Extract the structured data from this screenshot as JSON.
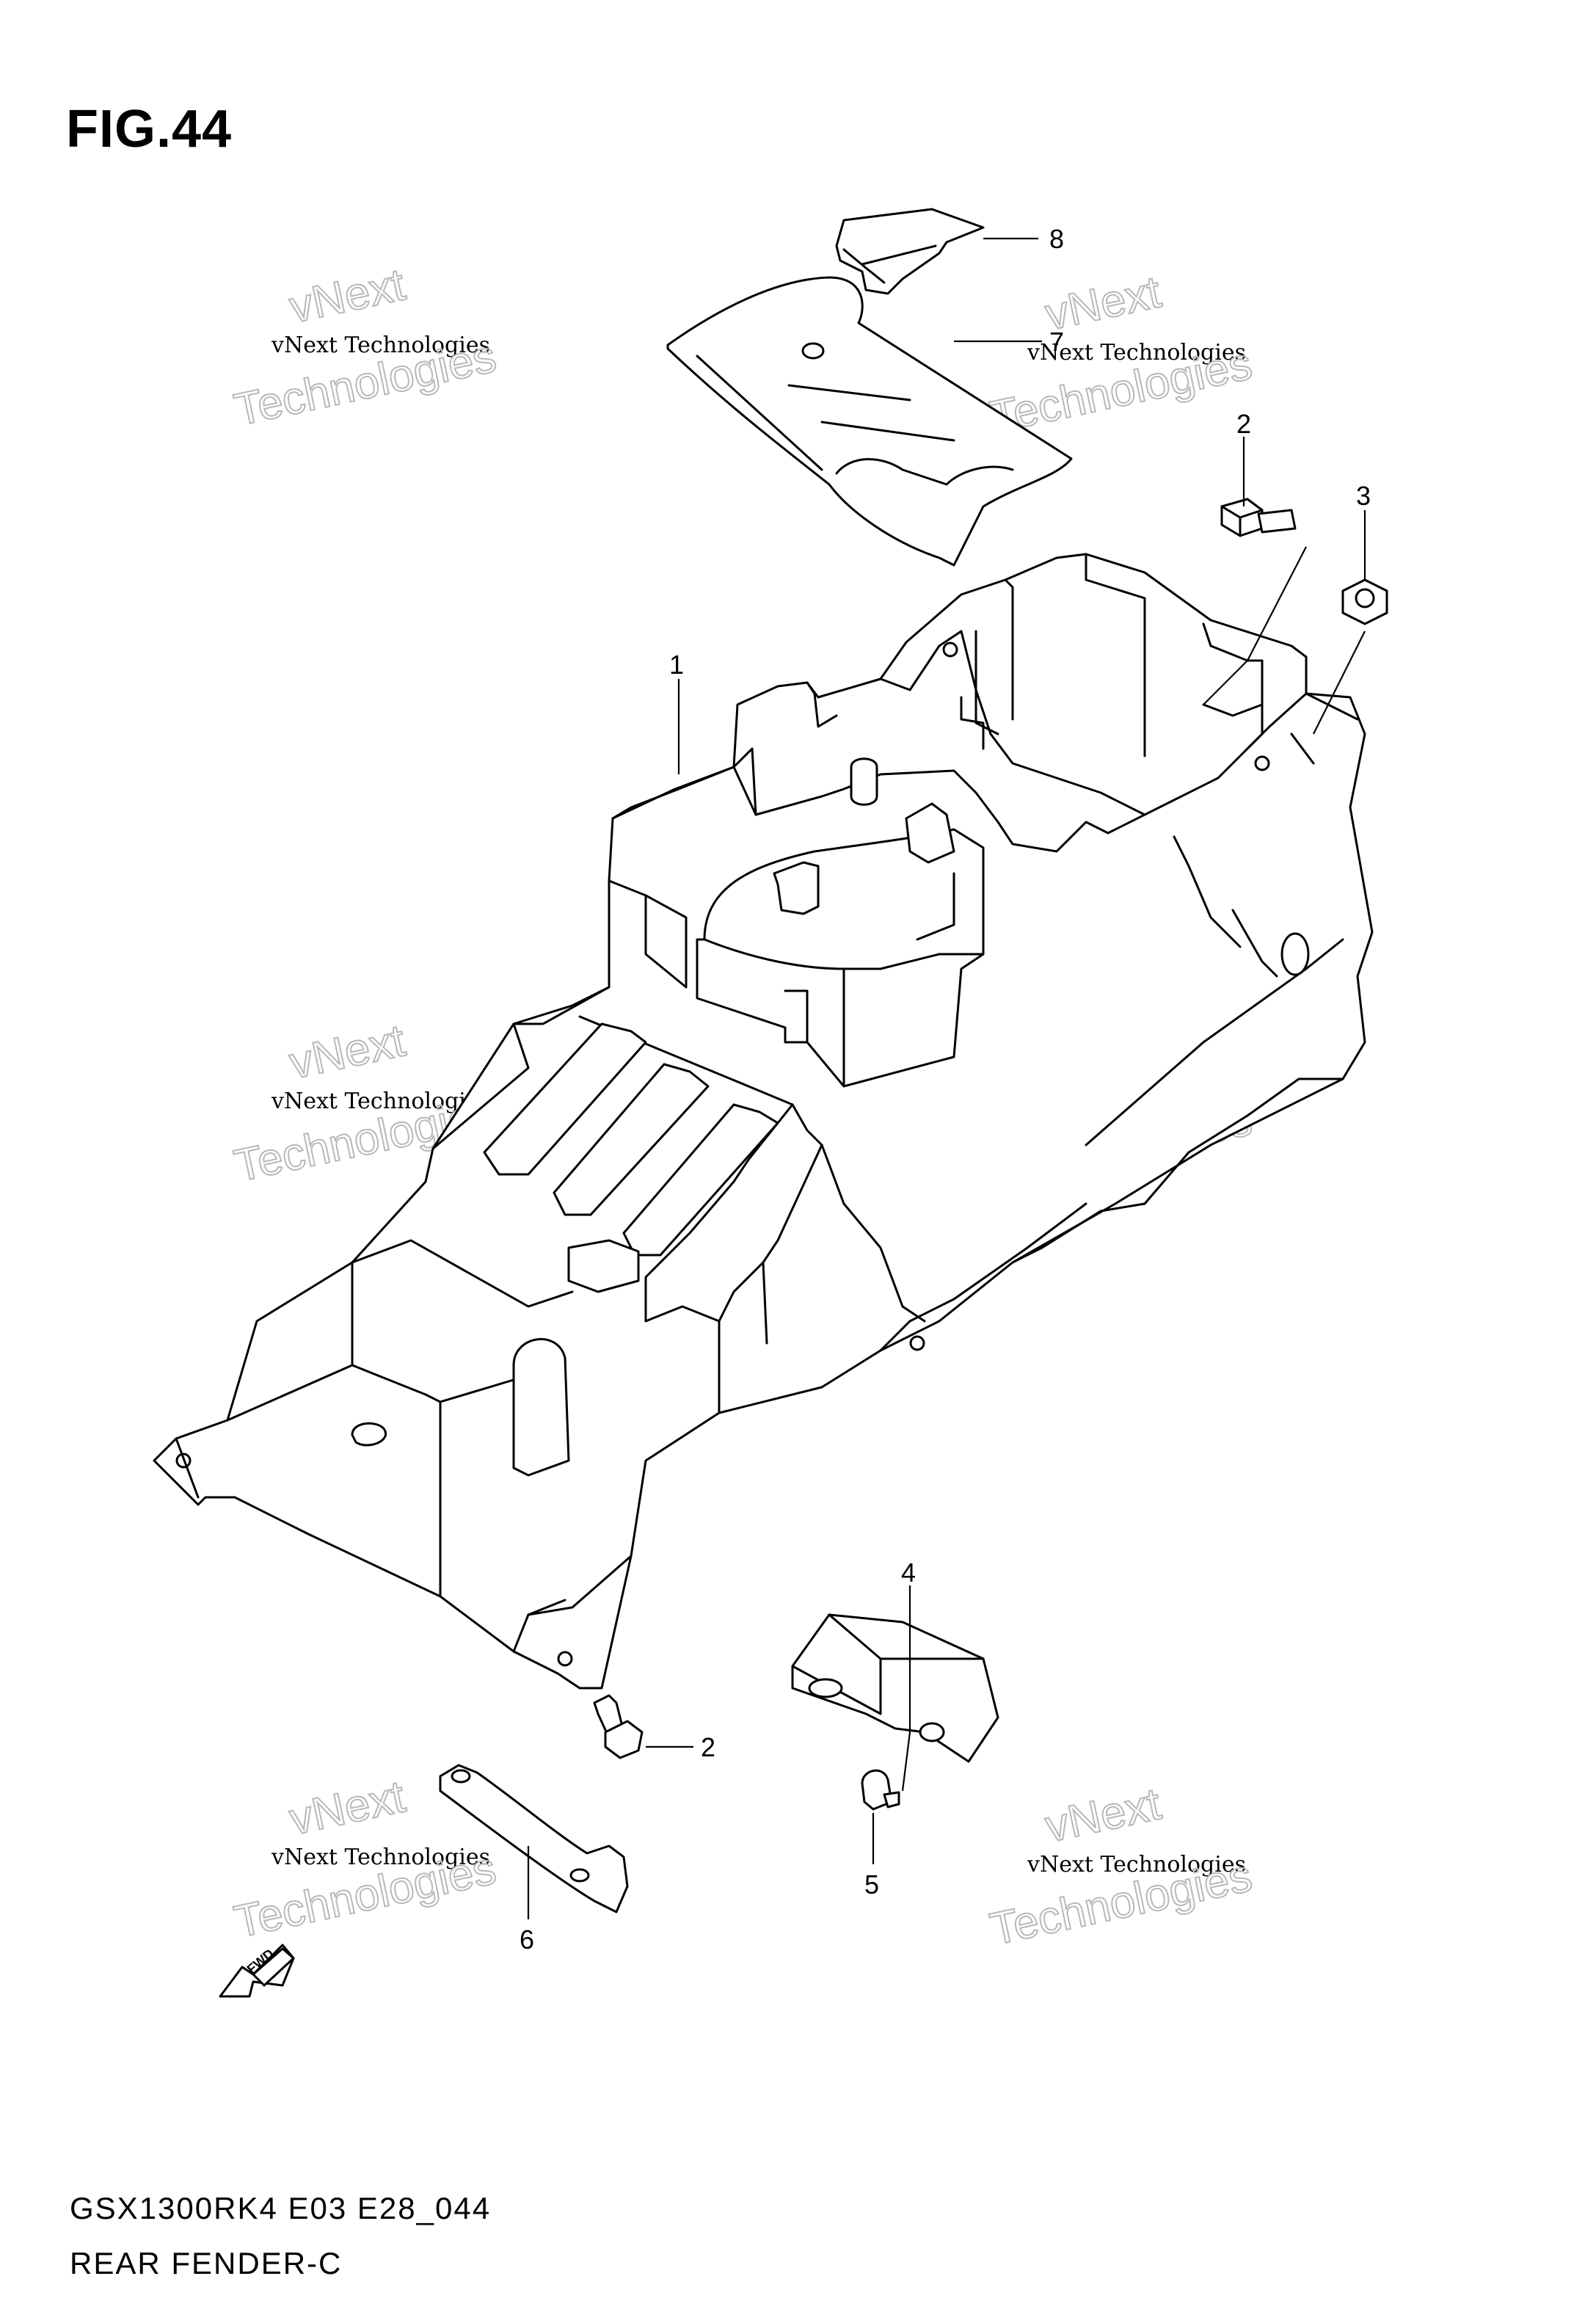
{
  "figure": {
    "title": "FIG.44",
    "model_code": "GSX1300RK4 E03 E28_044",
    "name": "REAR FENDER-C"
  },
  "callouts": [
    {
      "id": "c8",
      "label": "8"
    },
    {
      "id": "c7",
      "label": "7"
    },
    {
      "id": "c2a",
      "label": "2"
    },
    {
      "id": "c3",
      "label": "3"
    },
    {
      "id": "c1",
      "label": "1"
    },
    {
      "id": "c4",
      "label": "4"
    },
    {
      "id": "c2b",
      "label": "2"
    },
    {
      "id": "c5",
      "label": "5"
    },
    {
      "id": "c6",
      "label": "6"
    }
  ],
  "watermark": {
    "line1": "vNext",
    "line2": "vNext Technologies",
    "line3": "Technologies"
  },
  "direction_arrow": {
    "label": "FWD"
  }
}
